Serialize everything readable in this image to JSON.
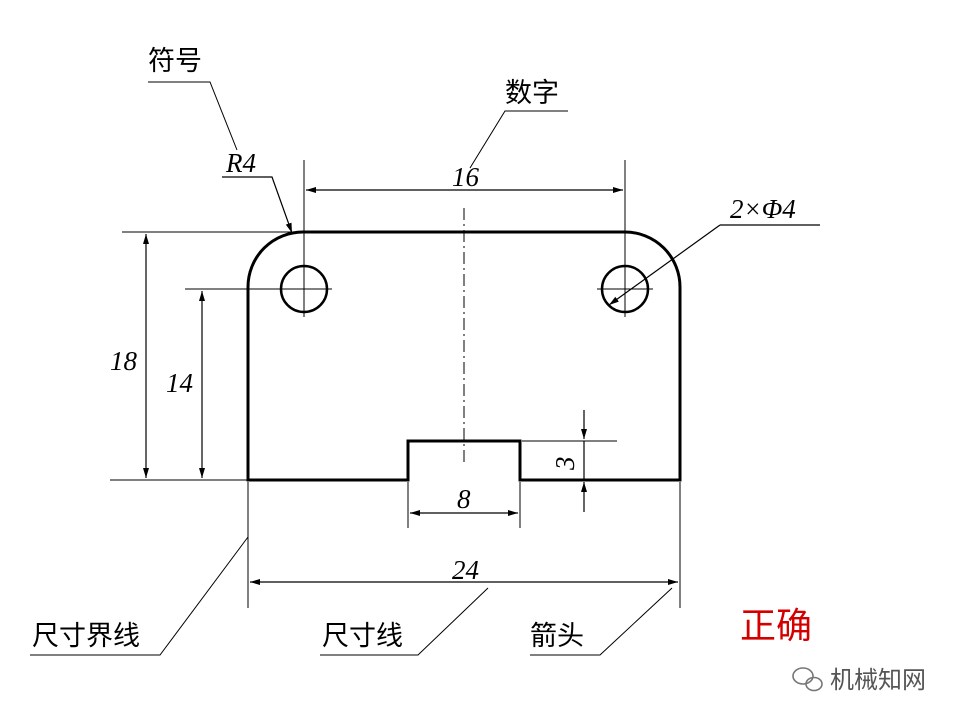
{
  "labels": {
    "symbol": "符号",
    "number": "数字",
    "extension_line": "尺寸界线",
    "dimension_line": "尺寸线",
    "arrow": "箭头",
    "correct": "正确"
  },
  "dimensions": {
    "radius": "R4",
    "hole_spacing": "16",
    "holes": "2×Φ4",
    "height_total": "18",
    "height_hole": "14",
    "slot_depth": "3",
    "slot_width": "8",
    "width_total": "24"
  },
  "watermark": "机械知网",
  "colors": {
    "line": "#000000",
    "correct": "#d40000"
  }
}
